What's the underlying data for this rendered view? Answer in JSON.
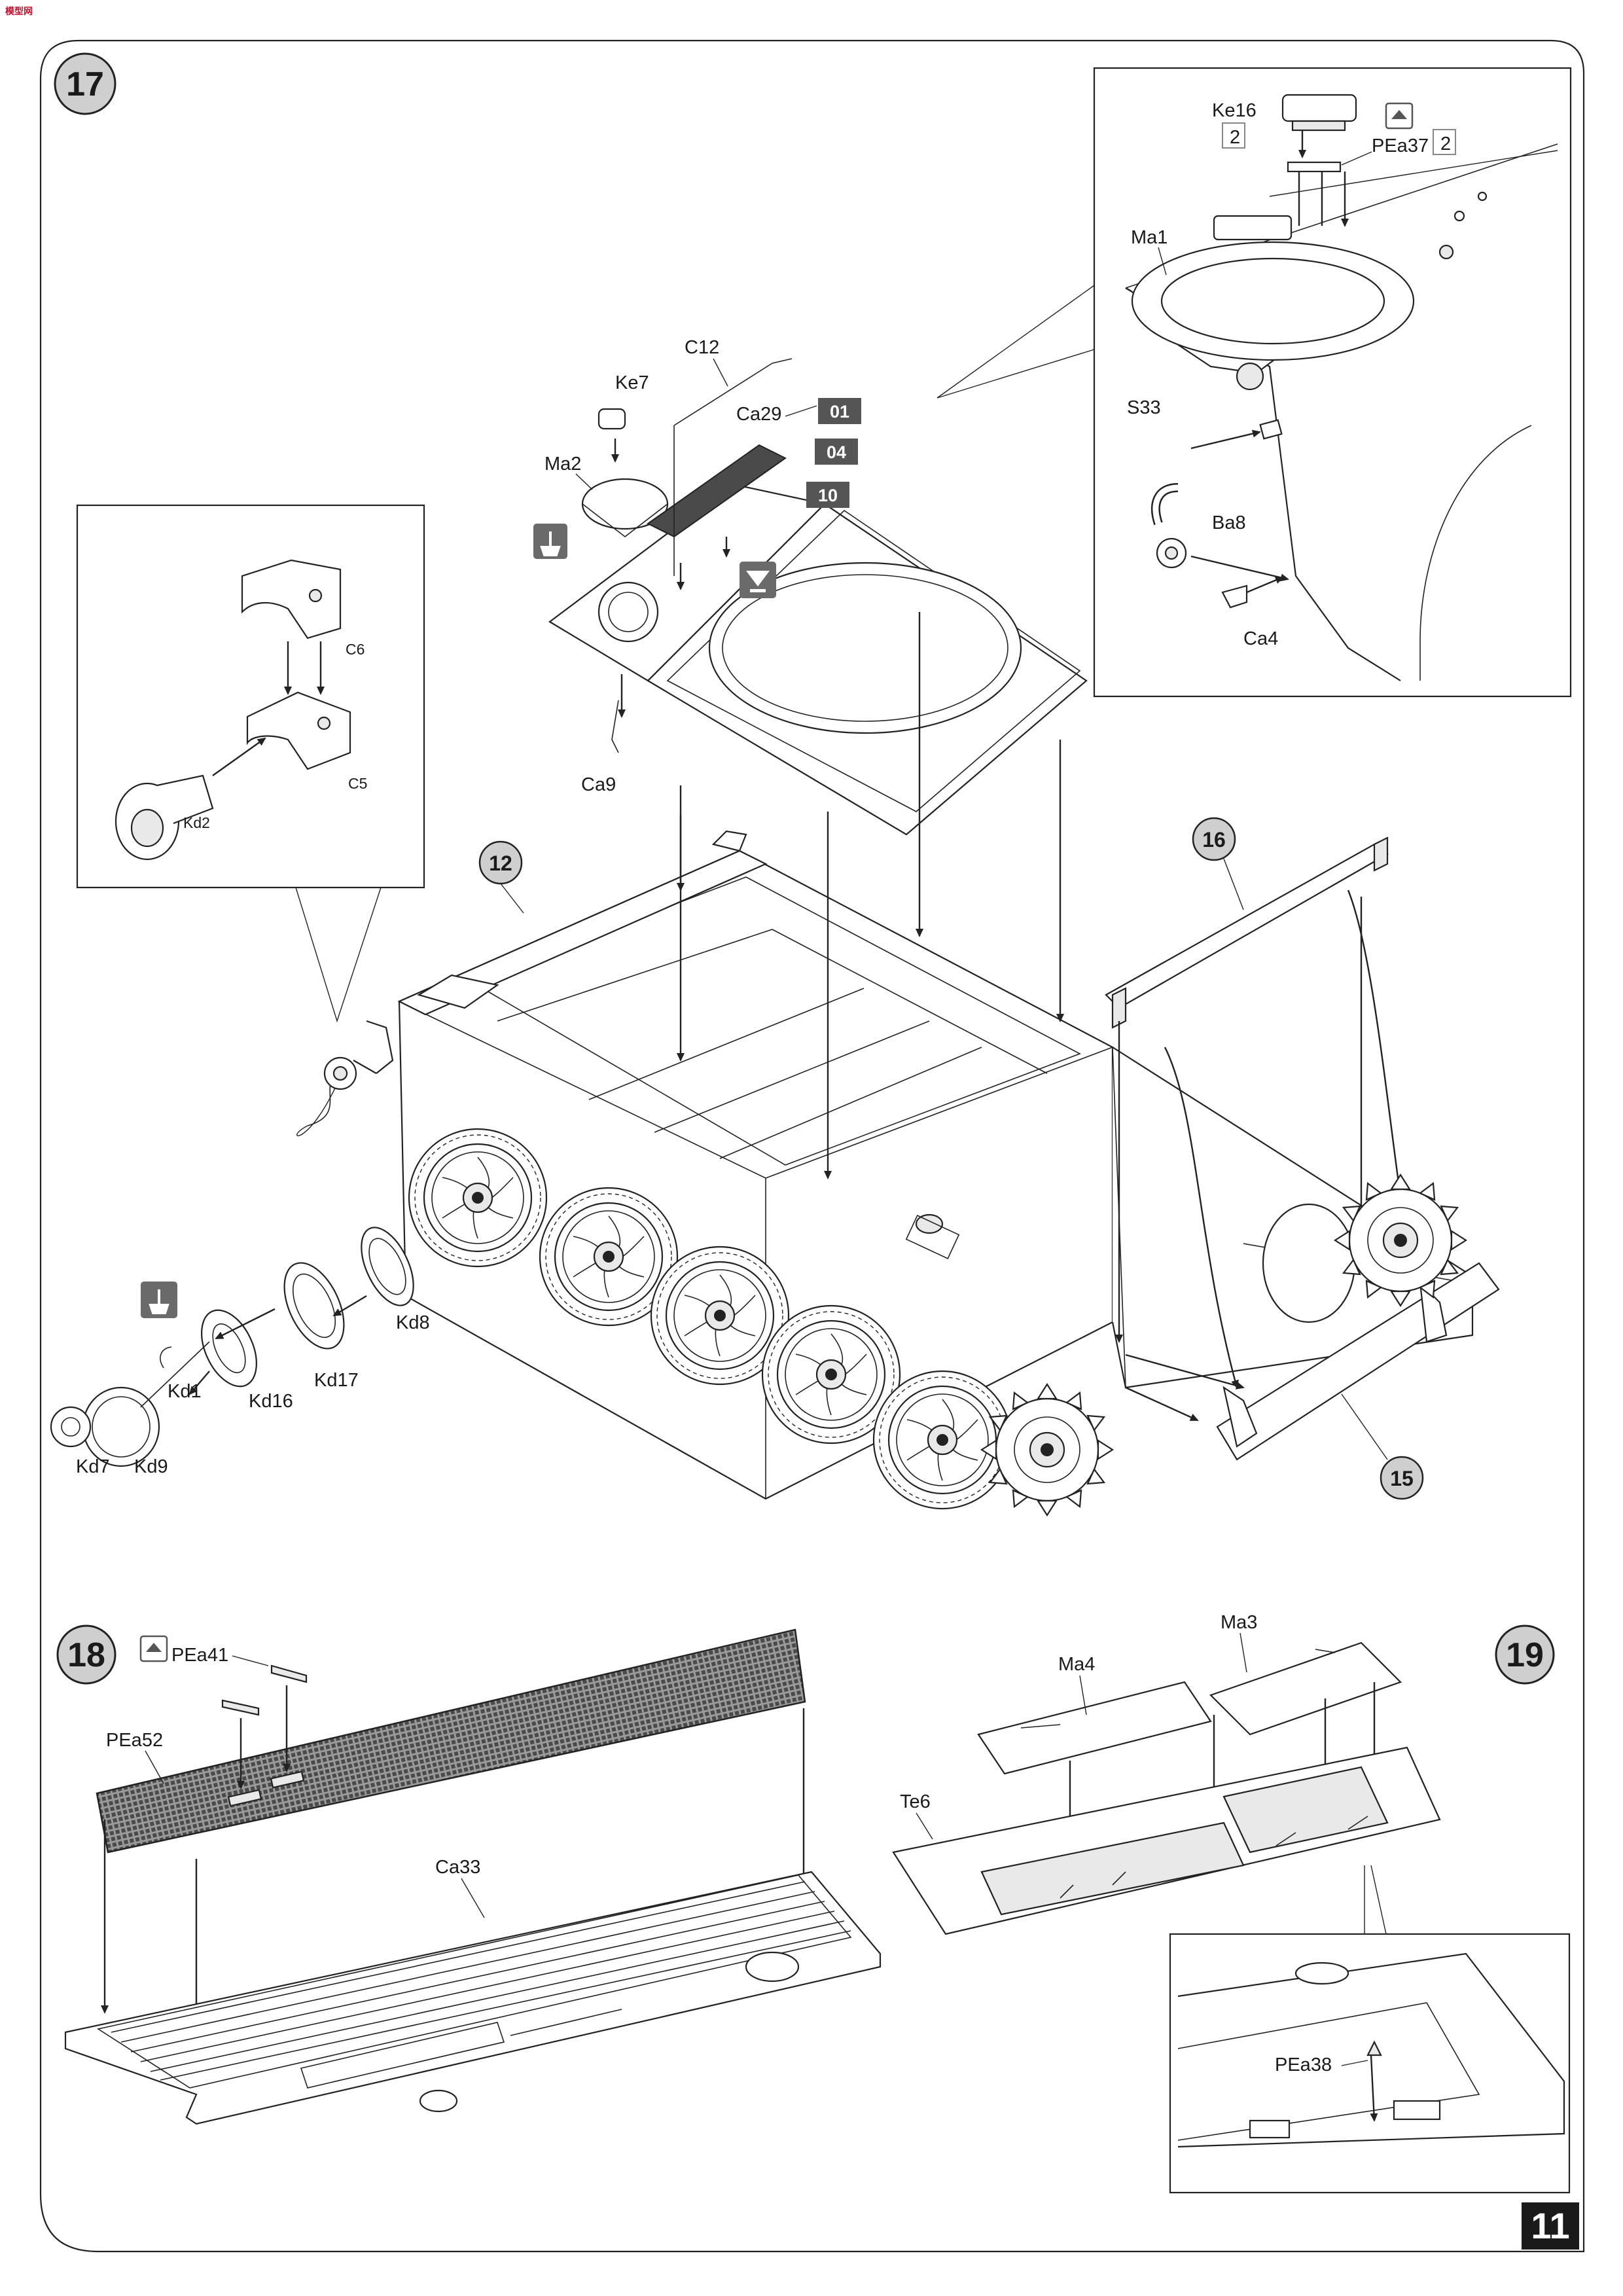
{
  "logo": {
    "text": "模型网"
  },
  "page": {
    "number": "11"
  },
  "steps": {
    "s17": "17",
    "s18": "18",
    "s19": "19"
  },
  "refs": {
    "r12": "12",
    "r15": "15",
    "r16": "16"
  },
  "paint_badges": {
    "b01": "01",
    "b04": "04",
    "b10": "10"
  },
  "multipliers": {
    "ke16": "2",
    "pea37": "2"
  },
  "labels": {
    "ke16": "Ke16",
    "pea37": "PEa37",
    "ma1": "Ma1",
    "s33": "S33",
    "ba8": "Ba8",
    "ca4": "Ca4",
    "c12": "C12",
    "ke7": "Ke7",
    "ca29": "Ca29",
    "ma2": "Ma2",
    "ca9": "Ca9",
    "c6": "C6",
    "c5": "C5",
    "kd2": "Kd2",
    "kd8": "Kd8",
    "kd17": "Kd17",
    "kd1": "Kd1",
    "kd16": "Kd16",
    "kd7": "Kd7",
    "kd9": "Kd9",
    "pea41": "PEa41",
    "pea52": "PEa52",
    "ca33": "Ca33",
    "ma3": "Ma3",
    "ma4": "Ma4",
    "te6": "Te6",
    "pea38": "PEa38"
  },
  "icons": {
    "photo_etch": "photo-etch-icon",
    "remove": "cut-off-icon",
    "glue": "glue-drop-icon"
  },
  "colors": {
    "ink": "#1a1a1a",
    "badge": "#555555",
    "step_circle": "#cfcfcf",
    "brand_red": "#c8102e"
  }
}
